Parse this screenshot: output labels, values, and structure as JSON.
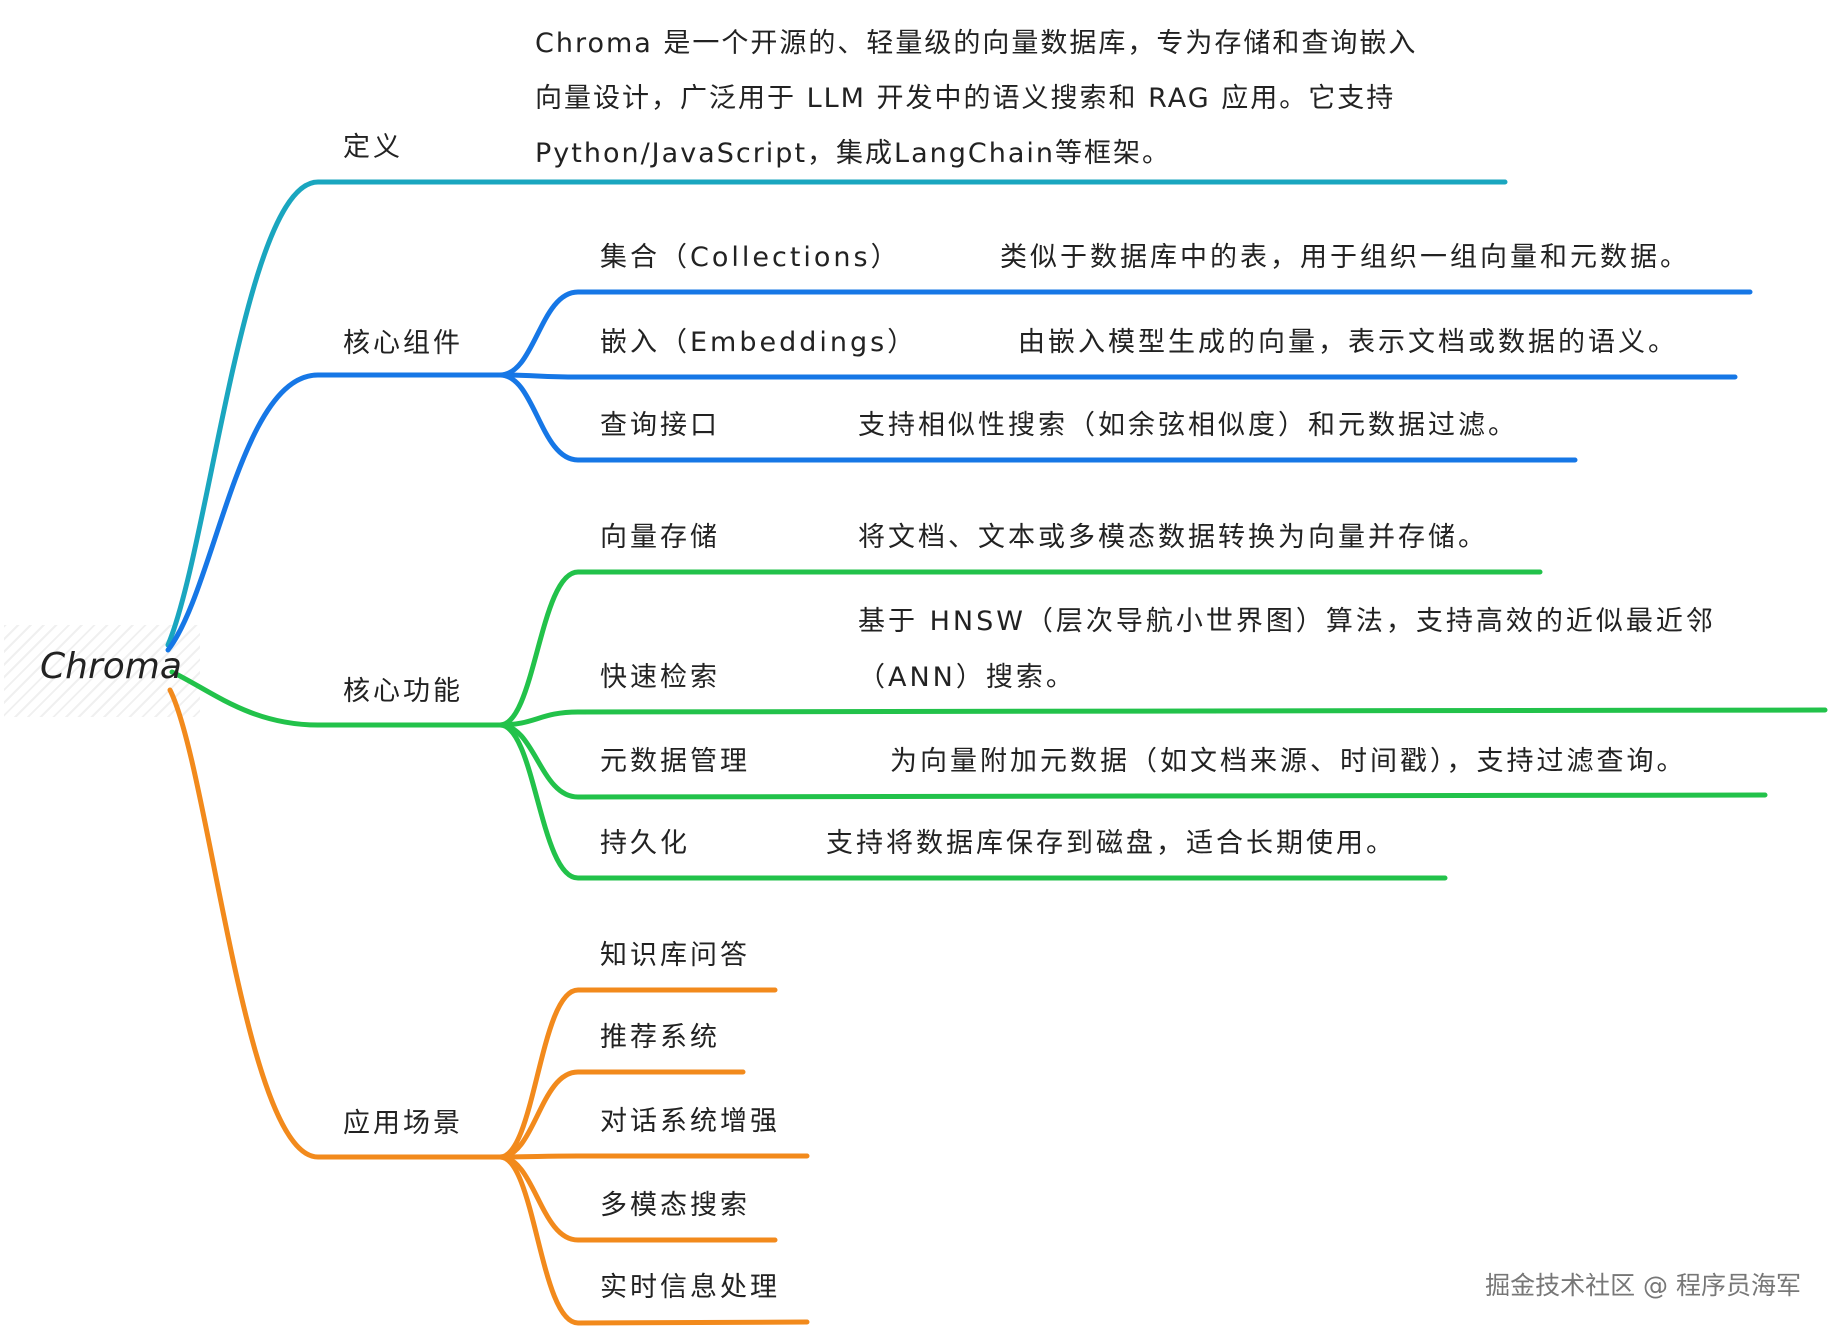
{
  "root": {
    "label": "Chroma"
  },
  "colors": {
    "definition": "#1aa6bf",
    "core_components": "#1677e6",
    "core_functions": "#22c24a",
    "applications": "#f28a1c"
  },
  "branches": {
    "definition": {
      "label": "定义",
      "text_lines": [
        "Chroma 是一个开源的、轻量级的向量数据库，专为存储和查询嵌入",
        "向量设计，广泛用于 LLM 开发中的语义搜索和 RAG 应用。它支持",
        "Python/JavaScript，集成LangChain等框架。"
      ]
    },
    "core_components": {
      "label": "核心组件",
      "children": [
        {
          "label": "集合（Collections）",
          "desc": "类似于数据库中的表，用于组织一组向量和元数据。"
        },
        {
          "label": "嵌入（Embeddings）",
          "desc": "由嵌入模型生成的向量，表示文档或数据的语义。"
        },
        {
          "label": "查询接口",
          "desc": "支持相似性搜索（如余弦相似度）和元数据过滤。"
        }
      ]
    },
    "core_functions": {
      "label": "核心功能",
      "children": [
        {
          "label": "向量存储",
          "desc": "将文档、文本或多模态数据转换为向量并存储。"
        },
        {
          "label": "快速检索",
          "desc_lines": [
            "基于 HNSW（层次导航小世界图）算法，支持高效的近似最近邻",
            "（ANN）搜索。"
          ]
        },
        {
          "label": "元数据管理",
          "desc": "为向量附加元数据（如文档来源、时间戳），支持过滤查询。"
        },
        {
          "label": "持久化",
          "desc": "支持将数据库保存到磁盘，适合长期使用。"
        }
      ]
    },
    "applications": {
      "label": "应用场景",
      "children": [
        {
          "label": "知识库问答"
        },
        {
          "label": "推荐系统"
        },
        {
          "label": "对话系统增强"
        },
        {
          "label": "多模态搜索"
        },
        {
          "label": "实时信息处理"
        }
      ]
    }
  },
  "watermark": "掘金技术社区 @ 程序员海军"
}
